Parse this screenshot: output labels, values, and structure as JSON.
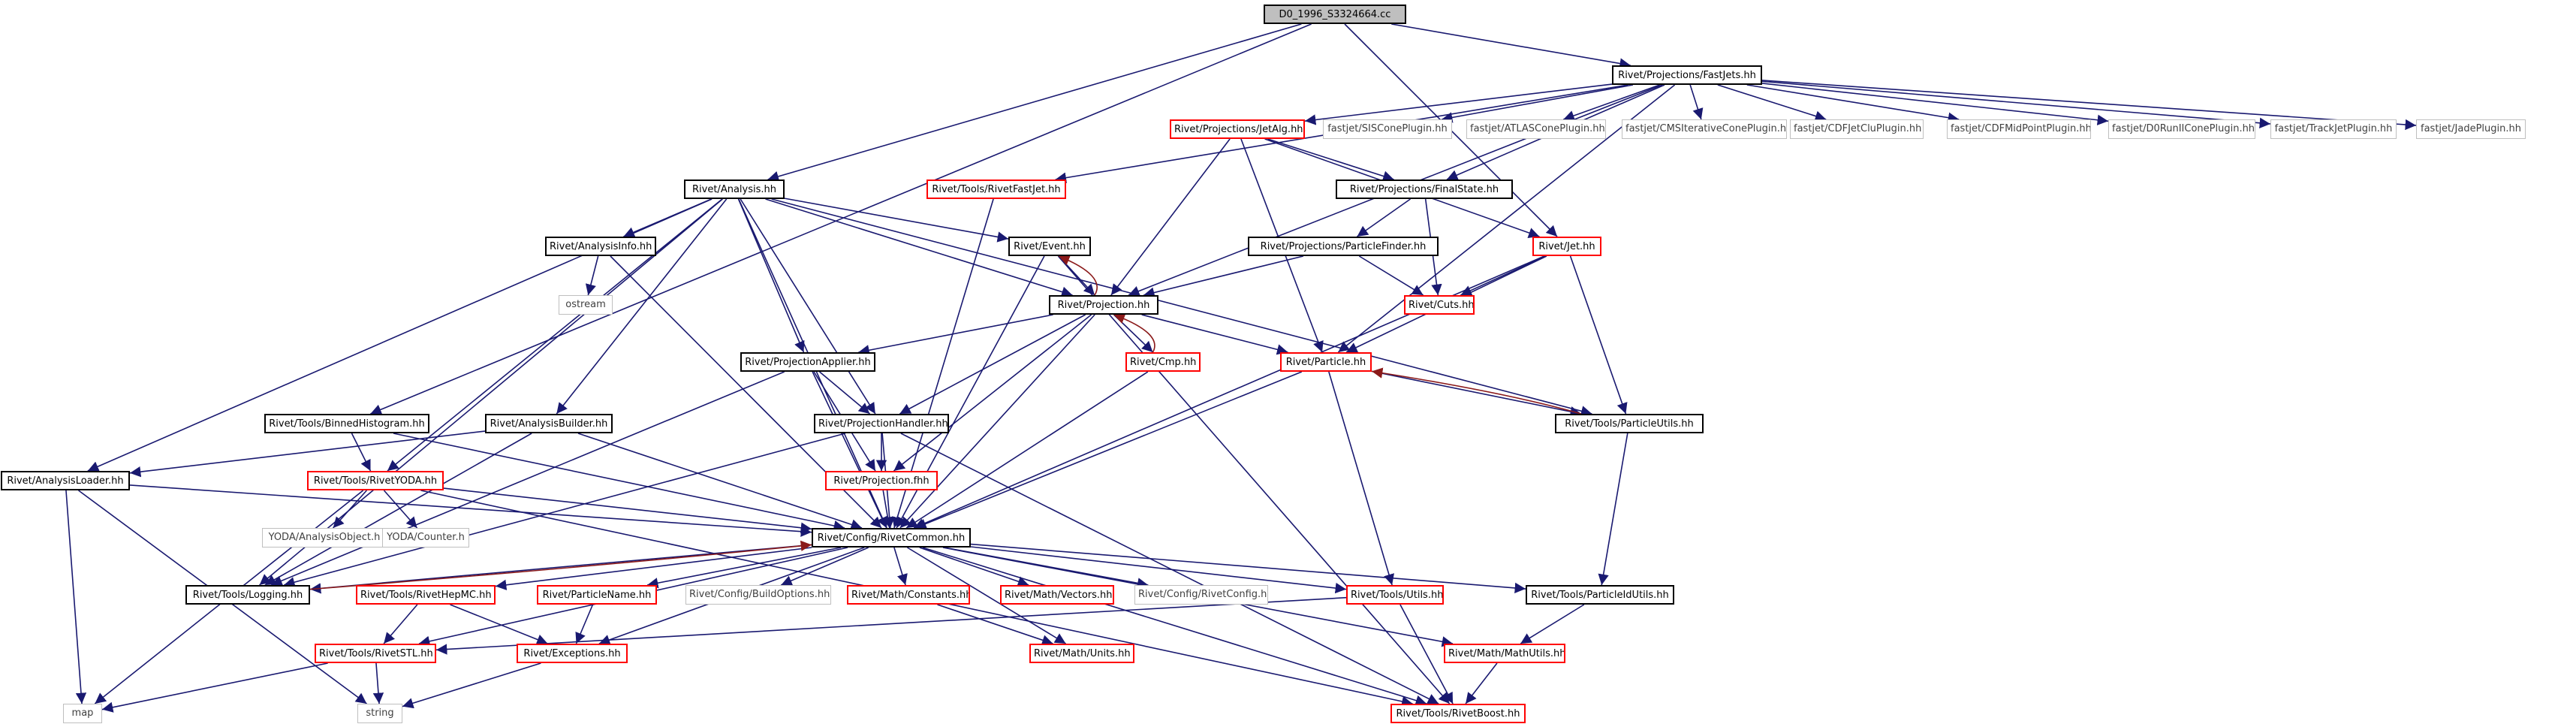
{
  "nodes": [
    {
      "id": "root",
      "label": "D0_1996_S3324664.cc",
      "style": "root"
    },
    {
      "id": "fastjets",
      "label": "Rivet/Projections/FastJets.hh",
      "style": "black"
    },
    {
      "id": "jetalg",
      "label": "Rivet/Projections/JetAlg.hh",
      "style": "red"
    },
    {
      "id": "sisc",
      "label": "fastjet/SISConePlugin.hh",
      "style": "gray"
    },
    {
      "id": "atlas",
      "label": "fastjet/ATLASConePlugin.hh",
      "style": "gray"
    },
    {
      "id": "cmsic",
      "label": "fastjet/CMSIterativeConePlugin.hh",
      "style": "gray"
    },
    {
      "id": "cdfjc",
      "label": "fastjet/CDFJetCluPlugin.hh",
      "style": "gray"
    },
    {
      "id": "cdfmp",
      "label": "fastjet/CDFMidPointPlugin.hh",
      "style": "gray"
    },
    {
      "id": "d0run",
      "label": "fastjet/D0RunIIConePlugin.hh",
      "style": "gray"
    },
    {
      "id": "track",
      "label": "fastjet/TrackJetPlugin.hh",
      "style": "gray"
    },
    {
      "id": "jade",
      "label": "fastjet/JadePlugin.hh",
      "style": "gray"
    },
    {
      "id": "analysis",
      "label": "Rivet/Analysis.hh",
      "style": "black"
    },
    {
      "id": "rivetfj",
      "label": "Rivet/Tools/RivetFastJet.hh",
      "style": "red"
    },
    {
      "id": "finalstate",
      "label": "Rivet/Projections/FinalState.hh",
      "style": "black"
    },
    {
      "id": "event",
      "label": "Rivet/Event.hh",
      "style": "black"
    },
    {
      "id": "ainfo",
      "label": "Rivet/AnalysisInfo.hh",
      "style": "black"
    },
    {
      "id": "pfinder",
      "label": "Rivet/Projections/ParticleFinder.hh",
      "style": "black"
    },
    {
      "id": "jet",
      "label": "Rivet/Jet.hh",
      "style": "red"
    },
    {
      "id": "ostream",
      "label": "ostream",
      "style": "gray"
    },
    {
      "id": "cuts",
      "label": "Rivet/Cuts.hh",
      "style": "red"
    },
    {
      "id": "projection",
      "label": "Rivet/Projection.hh",
      "style": "black"
    },
    {
      "id": "papplier",
      "label": "Rivet/ProjectionApplier.hh",
      "style": "black"
    },
    {
      "id": "cmp",
      "label": "Rivet/Cmp.hh",
      "style": "red"
    },
    {
      "id": "particle",
      "label": "Rivet/Particle.hh",
      "style": "red"
    },
    {
      "id": "binned",
      "label": "Rivet/Tools/BinnedHistogram.hh",
      "style": "black"
    },
    {
      "id": "abuilder",
      "label": "Rivet/AnalysisBuilder.hh",
      "style": "black"
    },
    {
      "id": "phandler",
      "label": "Rivet/ProjectionHandler.hh",
      "style": "black"
    },
    {
      "id": "putils",
      "label": "Rivet/Tools/ParticleUtils.hh",
      "style": "black"
    },
    {
      "id": "aloader",
      "label": "Rivet/AnalysisLoader.hh",
      "style": "black"
    },
    {
      "id": "ryoda",
      "label": "Rivet/Tools/RivetYODA.hh",
      "style": "red"
    },
    {
      "id": "projfhh",
      "label": "Rivet/Projection.fhh",
      "style": "red"
    },
    {
      "id": "yodaao",
      "label": "YODA/AnalysisObject.h",
      "style": "gray"
    },
    {
      "id": "yodacounter",
      "label": "YODA/Counter.h",
      "style": "gray"
    },
    {
      "id": "common",
      "label": "Rivet/Config/RivetCommon.hh",
      "style": "black"
    },
    {
      "id": "logging",
      "label": "Rivet/Tools/Logging.hh",
      "style": "black"
    },
    {
      "id": "hepmc",
      "label": "Rivet/Tools/RivetHepMC.hh",
      "style": "red"
    },
    {
      "id": "pname",
      "label": "Rivet/ParticleName.hh",
      "style": "red"
    },
    {
      "id": "buildopts",
      "label": "Rivet/Config/BuildOptions.hh",
      "style": "gray"
    },
    {
      "id": "constants",
      "label": "Rivet/Math/Constants.hh",
      "style": "red"
    },
    {
      "id": "vectors",
      "label": "Rivet/Math/Vectors.hh",
      "style": "red"
    },
    {
      "id": "rconfig",
      "label": "Rivet/Config/RivetConfig.hh",
      "style": "gray"
    },
    {
      "id": "tutils",
      "label": "Rivet/Tools/Utils.hh",
      "style": "red"
    },
    {
      "id": "pidutils",
      "label": "Rivet/Tools/ParticleIdUtils.hh",
      "style": "black"
    },
    {
      "id": "stl",
      "label": "Rivet/Tools/RivetSTL.hh",
      "style": "red"
    },
    {
      "id": "exceptions",
      "label": "Rivet/Exceptions.hh",
      "style": "red"
    },
    {
      "id": "units",
      "label": "Rivet/Math/Units.hh",
      "style": "red"
    },
    {
      "id": "mathutils",
      "label": "Rivet/Math/MathUtils.hh",
      "style": "red"
    },
    {
      "id": "map",
      "label": "map",
      "style": "gray"
    },
    {
      "id": "string",
      "label": "string",
      "style": "gray"
    },
    {
      "id": "boost",
      "label": "Rivet/Tools/RivetBoost.hh",
      "style": "red"
    }
  ],
  "edges": [
    [
      "root",
      "fastjets"
    ],
    [
      "root",
      "analysis"
    ],
    [
      "root",
      "binned"
    ],
    [
      "root",
      "jet"
    ],
    [
      "fastjets",
      "jetalg"
    ],
    [
      "fastjets",
      "sisc"
    ],
    [
      "fastjets",
      "atlas"
    ],
    [
      "fastjets",
      "cmsic"
    ],
    [
      "fastjets",
      "cdfjc"
    ],
    [
      "fastjets",
      "cdfmp"
    ],
    [
      "fastjets",
      "d0run"
    ],
    [
      "fastjets",
      "track"
    ],
    [
      "fastjets",
      "jade"
    ],
    [
      "fastjets",
      "rivetfj"
    ],
    [
      "fastjets",
      "finalstate"
    ],
    [
      "fastjets",
      "projection"
    ],
    [
      "fastjets",
      "particle"
    ],
    [
      "jetalg",
      "finalstate"
    ],
    [
      "jetalg",
      "jet"
    ],
    [
      "jetalg",
      "particle"
    ],
    [
      "jetalg",
      "projection"
    ],
    [
      "analysis",
      "event"
    ],
    [
      "analysis",
      "ainfo"
    ],
    [
      "analysis",
      "projection"
    ],
    [
      "analysis",
      "papplier"
    ],
    [
      "analysis",
      "phandler"
    ],
    [
      "analysis",
      "abuilder"
    ],
    [
      "analysis",
      "aloader"
    ],
    [
      "analysis",
      "ryoda"
    ],
    [
      "analysis",
      "common"
    ],
    [
      "analysis",
      "logging"
    ],
    [
      "analysis",
      "putils"
    ],
    [
      "rivetfj",
      "common"
    ],
    [
      "finalstate",
      "pfinder"
    ],
    [
      "finalstate",
      "cuts"
    ],
    [
      "pfinder",
      "projection"
    ],
    [
      "pfinder",
      "cuts"
    ],
    [
      "event",
      "projection"
    ],
    [
      "event",
      "common"
    ],
    [
      "event",
      "boost"
    ],
    [
      "ainfo",
      "ostream"
    ],
    [
      "ainfo",
      "common"
    ],
    [
      "jet",
      "cuts"
    ],
    [
      "jet",
      "particle"
    ],
    [
      "jet",
      "putils"
    ],
    [
      "jet",
      "common"
    ],
    [
      "projection",
      "event"
    ],
    [
      "projection",
      "papplier"
    ],
    [
      "projection",
      "phandler"
    ],
    [
      "projection",
      "cmp"
    ],
    [
      "projection",
      "particle"
    ],
    [
      "projection",
      "projfhh"
    ],
    [
      "projection",
      "common"
    ],
    [
      "cmp",
      "projection"
    ],
    [
      "cmp",
      "common"
    ],
    [
      "particle",
      "putils"
    ],
    [
      "particle",
      "common"
    ],
    [
      "particle",
      "tutils"
    ],
    [
      "putils",
      "particle"
    ],
    [
      "putils",
      "pidutils"
    ],
    [
      "papplier",
      "phandler"
    ],
    [
      "papplier",
      "projfhh"
    ],
    [
      "papplier",
      "common"
    ],
    [
      "papplier",
      "logging"
    ],
    [
      "phandler",
      "projfhh"
    ],
    [
      "phandler",
      "common"
    ],
    [
      "phandler",
      "logging"
    ],
    [
      "phandler",
      "boost"
    ],
    [
      "binned",
      "ryoda"
    ],
    [
      "binned",
      "common"
    ],
    [
      "abuilder",
      "aloader"
    ],
    [
      "abuilder",
      "common"
    ],
    [
      "abuilder",
      "logging"
    ],
    [
      "aloader",
      "common"
    ],
    [
      "aloader",
      "map"
    ],
    [
      "aloader",
      "string"
    ],
    [
      "ryoda",
      "yodaao"
    ],
    [
      "ryoda",
      "yodacounter"
    ],
    [
      "ryoda",
      "common"
    ],
    [
      "ryoda",
      "map"
    ],
    [
      "ryoda",
      "boost"
    ],
    [
      "projfhh",
      "common"
    ],
    [
      "common",
      "logging"
    ],
    [
      "common",
      "hepmc"
    ],
    [
      "common",
      "pname"
    ],
    [
      "common",
      "buildopts"
    ],
    [
      "common",
      "constants"
    ],
    [
      "common",
      "vectors"
    ],
    [
      "common",
      "rconfig"
    ],
    [
      "common",
      "tutils"
    ],
    [
      "common",
      "pidutils"
    ],
    [
      "common",
      "stl"
    ],
    [
      "common",
      "exceptions"
    ],
    [
      "common",
      "units"
    ],
    [
      "common",
      "mathutils"
    ],
    [
      "common",
      "boost"
    ],
    [
      "logging",
      "common"
    ],
    [
      "hepmc",
      "stl"
    ],
    [
      "hepmc",
      "exceptions"
    ],
    [
      "pname",
      "exceptions"
    ],
    [
      "constants",
      "units"
    ],
    [
      "tutils",
      "stl"
    ],
    [
      "tutils",
      "boost"
    ],
    [
      "pidutils",
      "mathutils"
    ],
    [
      "mathutils",
      "boost"
    ],
    [
      "stl",
      "map"
    ],
    [
      "stl",
      "string"
    ],
    [
      "exceptions",
      "string"
    ]
  ]
}
